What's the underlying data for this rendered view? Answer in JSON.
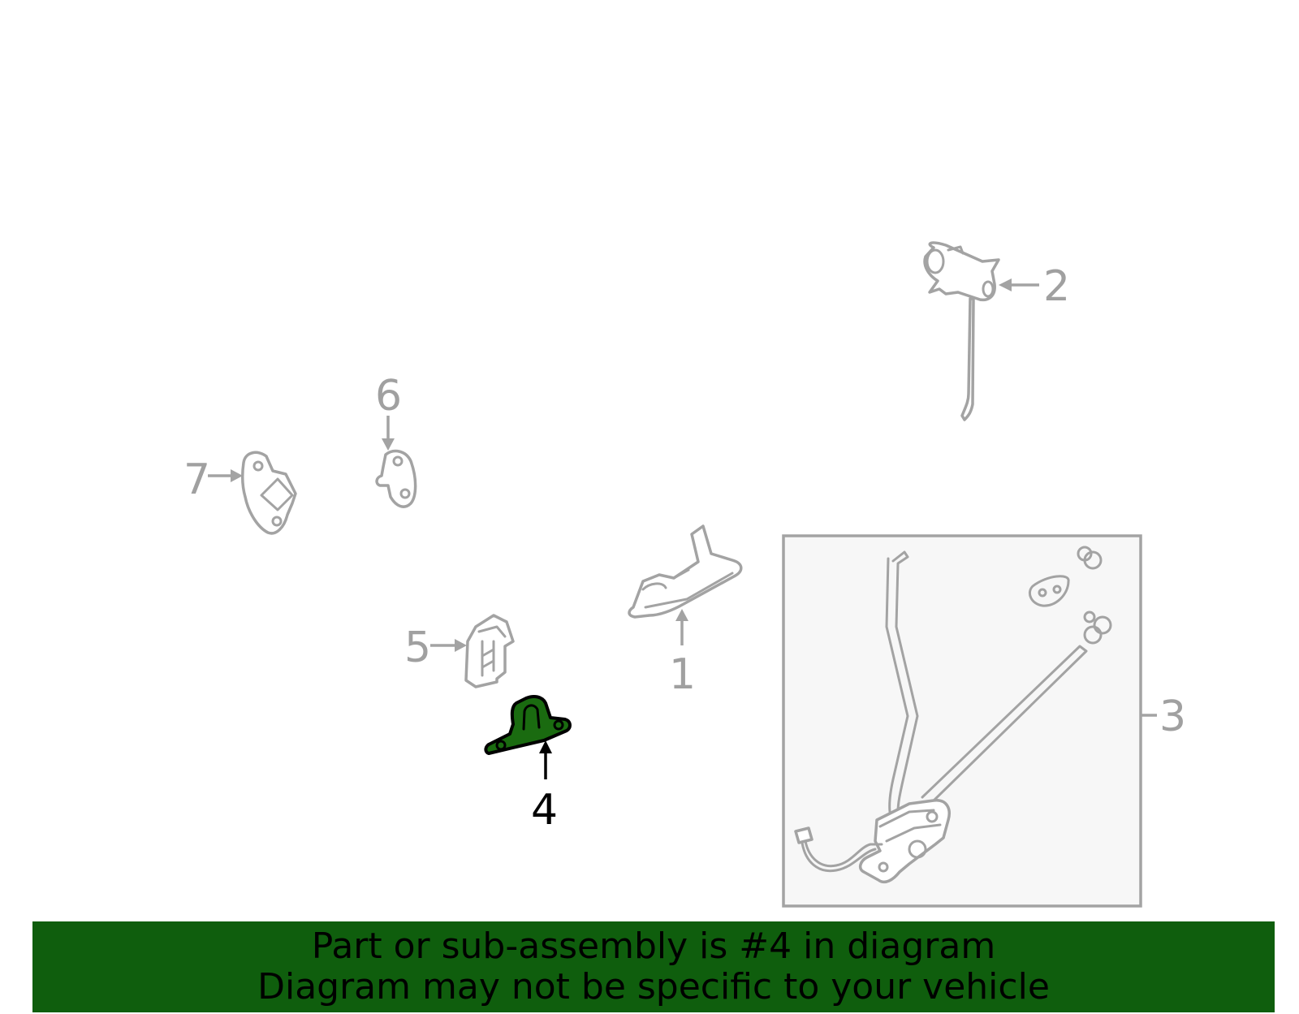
{
  "callouts": {
    "c1": "1",
    "c2": "2",
    "c3": "3",
    "c4": "4",
    "c5": "5",
    "c6": "6",
    "c7": "7"
  },
  "highlighted_part": "4",
  "colors": {
    "highlight_fill": "#1a6b10",
    "banner_background": "#0f5e0d",
    "line_gray": "#a3a3a3",
    "inset_background": "#f7f7f7"
  },
  "banner": {
    "line1": "Part or sub-assembly is #4 in diagram",
    "line2": "Diagram may not be specific to your vehicle"
  }
}
